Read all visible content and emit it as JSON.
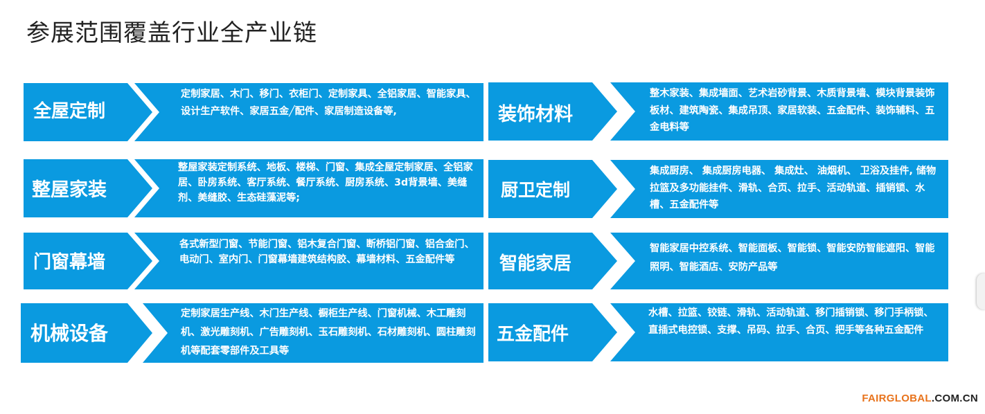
{
  "title": "参展范围覆盖行业全产业链",
  "colors": {
    "accent": "#0a9ae0",
    "brand_orange": "#e8731c"
  },
  "categories": [
    {
      "label": "全屋定制",
      "description": "定制家居、木门、移门、衣柜门、定制家具、全铝家居、智能家具、设计生产软件、家居五金╱配件、家居制造设备等,"
    },
    {
      "label": "装饰材料",
      "description": "整木家装、集成墙面、艺术岩砂背景、木质背景墙、模块背景装饰板材、建筑陶瓷、集成吊顶、家居软装、五金配件、装饰辅料、五金电料等"
    },
    {
      "label": "整屋家装",
      "description": "整屋家装定制系统、地板、楼梯、门窗、集成全屋定制家居、全铝家居、卧房系统、客厅系统、餐厅系统、厨房系统、3d背景墙、美缝剂、美缝胶、生态硅藻泥等;"
    },
    {
      "label": "厨卫定制",
      "description": "集成厨房、 集成厨房电器、 集成灶、 油烟机、 卫浴及挂件, 储物拉篮及多功能挂件、滑轨、合页、拉手、活动轨道、插销锁、水槽、五金配件等"
    },
    {
      "label": "门窗幕墙",
      "description": "各式新型门窗、节能门窗、铝木复合门窗、断桥铝门窗、铝合金门、电动门、室内门、门窗幕墙建筑结构胶、幕墙材料、五金配件等"
    },
    {
      "label": "智能家居",
      "description": "智能家居中控系统、智能面板、智能锁、智能安防智能遮阳、智能照明、智能酒店、安防产品等"
    },
    {
      "label": "机械设备",
      "description": "定制家居生产线、木门生产线、橱柜生产线、门窗机械、木工雕刻机、激光雕刻机、广告雕刻机、玉石雕刻机、石材雕刻机、圆柱雕刻机等配套零部件及工具等"
    },
    {
      "label": "五金配件",
      "description": "水槽、拉篮、铰链、滑轨、活动轨道、移门插销锁、移门手柄锁、直插式电控锁、支撑、吊码、拉手、合页、把手等各种五金配件"
    }
  ],
  "footer": {
    "brand_orange": "FAIRGLOBAL",
    "brand_dark": ".COM.CN"
  }
}
